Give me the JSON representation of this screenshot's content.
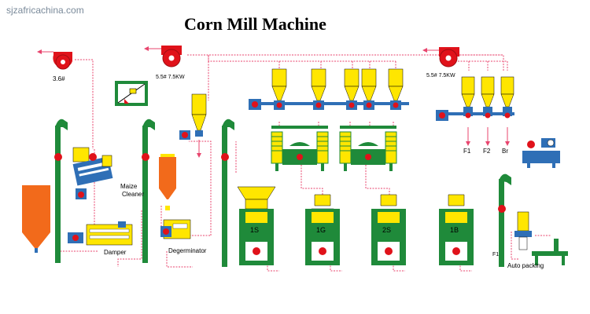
{
  "watermark": "sjzafricachina.com",
  "title": "Corn Mill  Machine",
  "fan_labels": {
    "fan_left": "3.6#",
    "fan_middle": "5.5# 7.5KW",
    "fan_right": "5.5# 7.5KW"
  },
  "equipment_labels": {
    "maize_cleaner_1": "Maize",
    "maize_cleaner_2": "Cleaner",
    "damper": "Damper",
    "degerminator": "Degerminator",
    "auto_packing": "Auto packing"
  },
  "mill_labels": [
    "1S",
    "1G",
    "2S",
    "1B"
  ],
  "output_labels": [
    "F1",
    "F2",
    "Br"
  ],
  "packing_input_label": "F1",
  "colors": {
    "green": "#1f8a3a",
    "yellow": "#ffe600",
    "orange": "#f26a1b",
    "blue": "#2f6fb6",
    "red": "#e0121a",
    "pink_line": "#e8456e"
  }
}
